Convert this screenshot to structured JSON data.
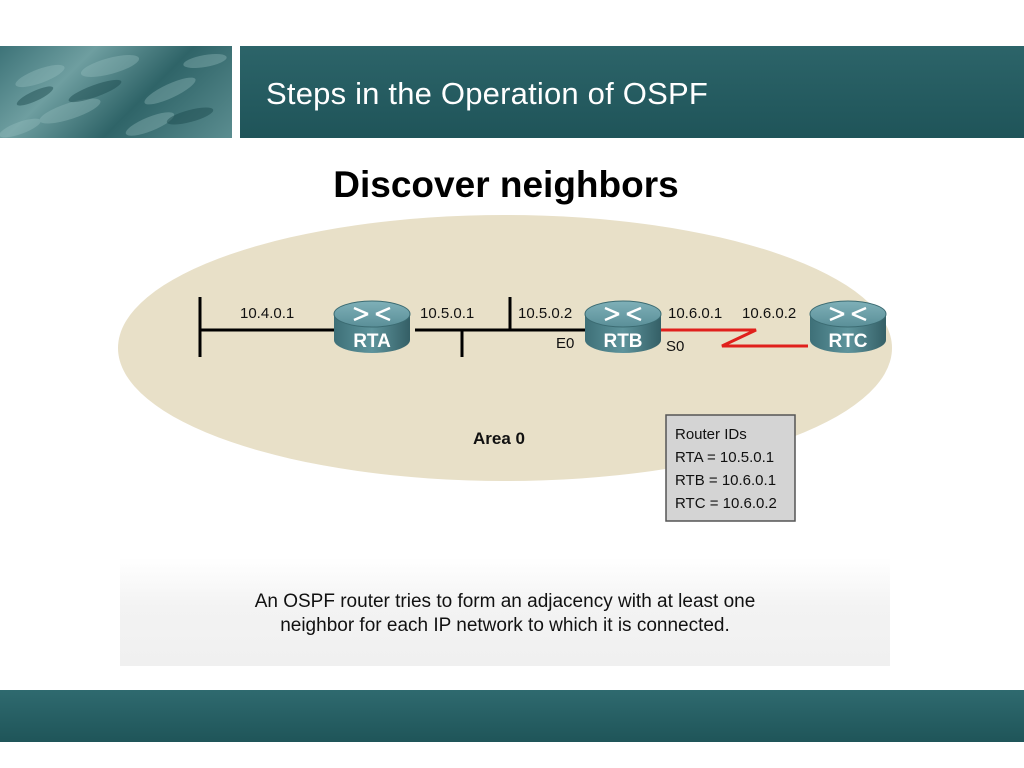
{
  "header": {
    "title": "Steps in the Operation of OSPF"
  },
  "subtitle": "Discover neighbors",
  "diagram": {
    "area_label": "Area 0",
    "routers": [
      {
        "label": "RTA"
      },
      {
        "label": "RTB"
      },
      {
        "label": "RTC"
      }
    ],
    "addresses": {
      "rta_left": "10.4.0.1",
      "rta_right": "10.5.0.1",
      "rtb_left": "10.5.0.2",
      "rtb_right": "10.6.0.1",
      "rtc_left": "10.6.0.2"
    },
    "interfaces": {
      "rtb_e0": "E0",
      "rtb_s0": "S0"
    },
    "router_ids_box": {
      "title": "Router IDs",
      "lines": [
        "RTA = 10.5.0.1",
        "RTB = 10.6.0.1",
        "RTC = 10.6.0.2"
      ]
    },
    "colors": {
      "area_fill": "#e8e0c8",
      "router_body": "#4f8590",
      "serial_link": "#e0201c"
    }
  },
  "caption": {
    "line1": "An OSPF router tries to form an adjacency with at least one",
    "line2": "neighbor for each IP network to which it is connected."
  }
}
